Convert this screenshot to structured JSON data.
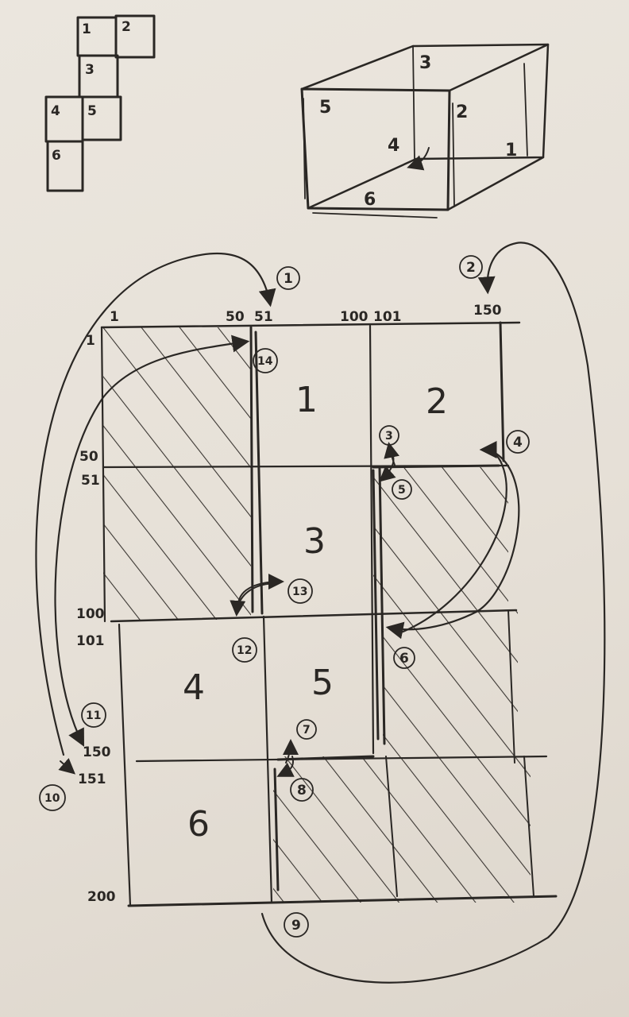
{
  "net_small": {
    "faces": [
      "1",
      "2",
      "3",
      "4",
      "5",
      "6"
    ]
  },
  "cube": {
    "faces": [
      "3",
      "5",
      "2",
      "4",
      "1",
      "6"
    ]
  },
  "grid": {
    "x_labels": [
      "1",
      "50",
      "51",
      "100",
      "101",
      "150"
    ],
    "y_labels": [
      "1",
      "50",
      "51",
      "100",
      "101",
      "150",
      "151",
      "200"
    ],
    "faces": [
      "1",
      "2",
      "3",
      "4",
      "5",
      "6"
    ]
  },
  "markers": [
    "1",
    "2",
    "3",
    "4",
    "5",
    "6",
    "7",
    "8",
    "9",
    "10",
    "11",
    "12",
    "13",
    "14"
  ]
}
